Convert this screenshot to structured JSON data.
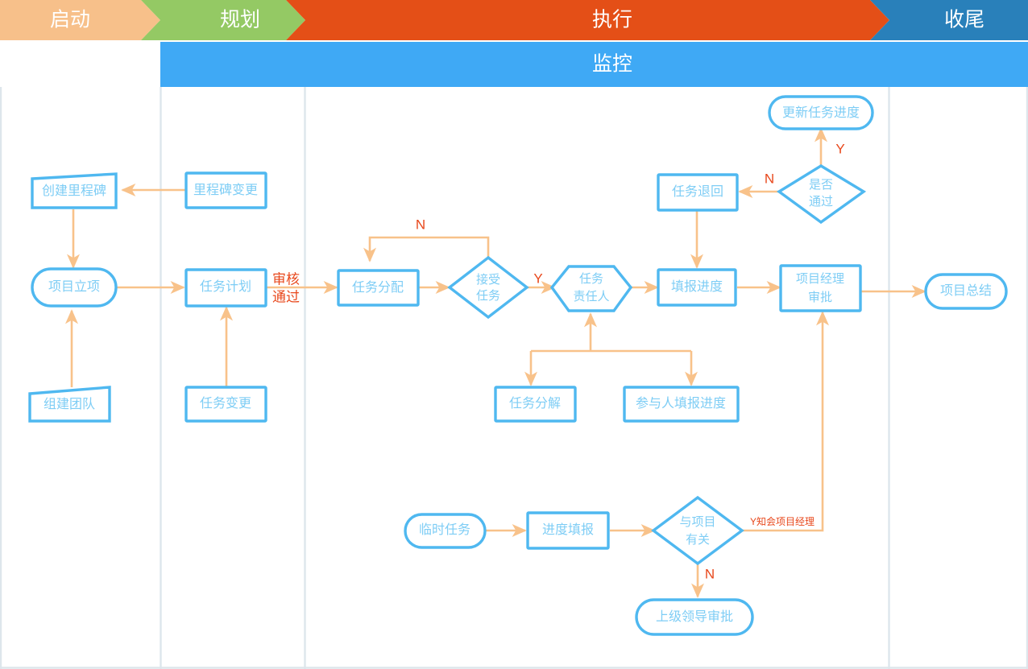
{
  "diagram": {
    "type": "swimlane-flowchart",
    "title_phases": [
      "启动",
      "规划",
      "执行",
      "收尾"
    ],
    "monitor_band_label": "监控",
    "colors": {
      "phase_initiate": "#f7c08a",
      "phase_plan": "#94c964",
      "phase_execute": "#e44f17",
      "phase_close": "#2980ba",
      "monitor_band": "#3fa9f5",
      "node_border": "#4fb8f0",
      "node_text": "#7ecdf5",
      "connector": "#f8c28a",
      "edge_label": "#e8481c",
      "lane_divider": "#dde6ec"
    }
  },
  "header": {
    "phases": [
      {
        "id": "initiate",
        "label": "启动"
      },
      {
        "id": "plan",
        "label": "规划"
      },
      {
        "id": "execute",
        "label": "执行"
      },
      {
        "id": "close",
        "label": "收尾"
      }
    ],
    "monitor": {
      "label": "监控"
    }
  },
  "nodes": [
    {
      "id": "create-milestone",
      "label": "创建里程碑",
      "shape": "skewed-rect"
    },
    {
      "id": "milestone-change",
      "label": "里程碑变更",
      "shape": "rect"
    },
    {
      "id": "project-initiation",
      "label": "项目立项",
      "shape": "stadium"
    },
    {
      "id": "form-team",
      "label": "组建团队",
      "shape": "skewed-rect"
    },
    {
      "id": "task-plan",
      "label": "任务计划",
      "shape": "rect"
    },
    {
      "id": "task-change",
      "label": "任务变更",
      "shape": "rect"
    },
    {
      "id": "task-assign",
      "label": "任务分配",
      "shape": "rect"
    },
    {
      "id": "accept-task",
      "label": "接受\n任务",
      "shape": "diamond"
    },
    {
      "id": "task-owner",
      "label": "任务\n责任人",
      "shape": "hexagon"
    },
    {
      "id": "task-breakdown",
      "label": "任务分解",
      "shape": "rect"
    },
    {
      "id": "member-report",
      "label": "参与人填报进度",
      "shape": "rect"
    },
    {
      "id": "fill-progress",
      "label": "填报进度",
      "shape": "rect"
    },
    {
      "id": "task-return",
      "label": "任务退回",
      "shape": "rect"
    },
    {
      "id": "is-approved",
      "label": "是否\n通过",
      "shape": "diamond"
    },
    {
      "id": "update-task-progress",
      "label": "更新任务进度",
      "shape": "stadium"
    },
    {
      "id": "pm-approval",
      "label": "项目经理\n审批",
      "shape": "rect"
    },
    {
      "id": "project-summary",
      "label": "项目总结",
      "shape": "stadium"
    },
    {
      "id": "temp-task",
      "label": "临时任务",
      "shape": "stadium"
    },
    {
      "id": "progress-report",
      "label": "进度填报",
      "shape": "rect"
    },
    {
      "id": "related-to-project",
      "label": "与项目\n有关",
      "shape": "diamond"
    },
    {
      "id": "leader-approval",
      "label": "上级领导审批",
      "shape": "stadium"
    }
  ],
  "node_labels": {
    "create_milestone": "创建里程碑",
    "milestone_change": "里程碑变更",
    "project_initiation": "项目立项",
    "form_team": "组建团队",
    "task_plan": "任务计划",
    "task_change": "任务变更",
    "task_assign": "任务分配",
    "accept_task_l1": "接受",
    "accept_task_l2": "任务",
    "task_owner_l1": "任务",
    "task_owner_l2": "责任人",
    "task_breakdown": "任务分解",
    "member_report": "参与人填报进度",
    "fill_progress": "填报进度",
    "task_return": "任务退回",
    "is_approved_l1": "是否",
    "is_approved_l2": "通过",
    "update_task_progress": "更新任务进度",
    "pm_approval_l1": "项目经理",
    "pm_approval_l2": "审批",
    "project_summary": "项目总结",
    "temp_task": "临时任务",
    "progress_report": "进度填报",
    "related_l1": "与项目",
    "related_l2": "有关",
    "leader_approval": "上级领导审批"
  },
  "edge_labels": {
    "review_pass_l1": "审核",
    "review_pass_l2": "通过",
    "accept_no": "N",
    "accept_yes": "Y",
    "approved_no": "N",
    "approved_yes": "Y",
    "related_yes_notify": "Y知会项目经理",
    "related_no": "N"
  },
  "edges": [
    {
      "from": "milestone-change",
      "to": "create-milestone",
      "label": ""
    },
    {
      "from": "create-milestone",
      "to": "project-initiation",
      "label": ""
    },
    {
      "from": "form-team",
      "to": "project-initiation",
      "label": ""
    },
    {
      "from": "project-initiation",
      "to": "task-plan",
      "label": ""
    },
    {
      "from": "task-change",
      "to": "task-plan",
      "label": ""
    },
    {
      "from": "task-plan",
      "to": "task-assign",
      "label": "审核通过"
    },
    {
      "from": "task-assign",
      "to": "accept-task",
      "label": ""
    },
    {
      "from": "accept-task",
      "to": "task-assign",
      "label": "N"
    },
    {
      "from": "accept-task",
      "to": "task-owner",
      "label": "Y"
    },
    {
      "from": "task-owner",
      "to": "task-breakdown",
      "label": ""
    },
    {
      "from": "task-owner",
      "to": "member-report",
      "label": ""
    },
    {
      "from": "task-owner",
      "to": "fill-progress",
      "label": ""
    },
    {
      "from": "task-return",
      "to": "fill-progress",
      "label": ""
    },
    {
      "from": "fill-progress",
      "to": "pm-approval",
      "label": ""
    },
    {
      "from": "is-approved",
      "to": "task-return",
      "label": "N"
    },
    {
      "from": "is-approved",
      "to": "update-task-progress",
      "label": "Y"
    },
    {
      "from": "pm-approval",
      "to": "project-summary",
      "label": ""
    },
    {
      "from": "temp-task",
      "to": "progress-report",
      "label": ""
    },
    {
      "from": "progress-report",
      "to": "related-to-project",
      "label": ""
    },
    {
      "from": "related-to-project",
      "to": "pm-approval",
      "label": "Y知会项目经理"
    },
    {
      "from": "related-to-project",
      "to": "leader-approval",
      "label": "N"
    }
  ]
}
